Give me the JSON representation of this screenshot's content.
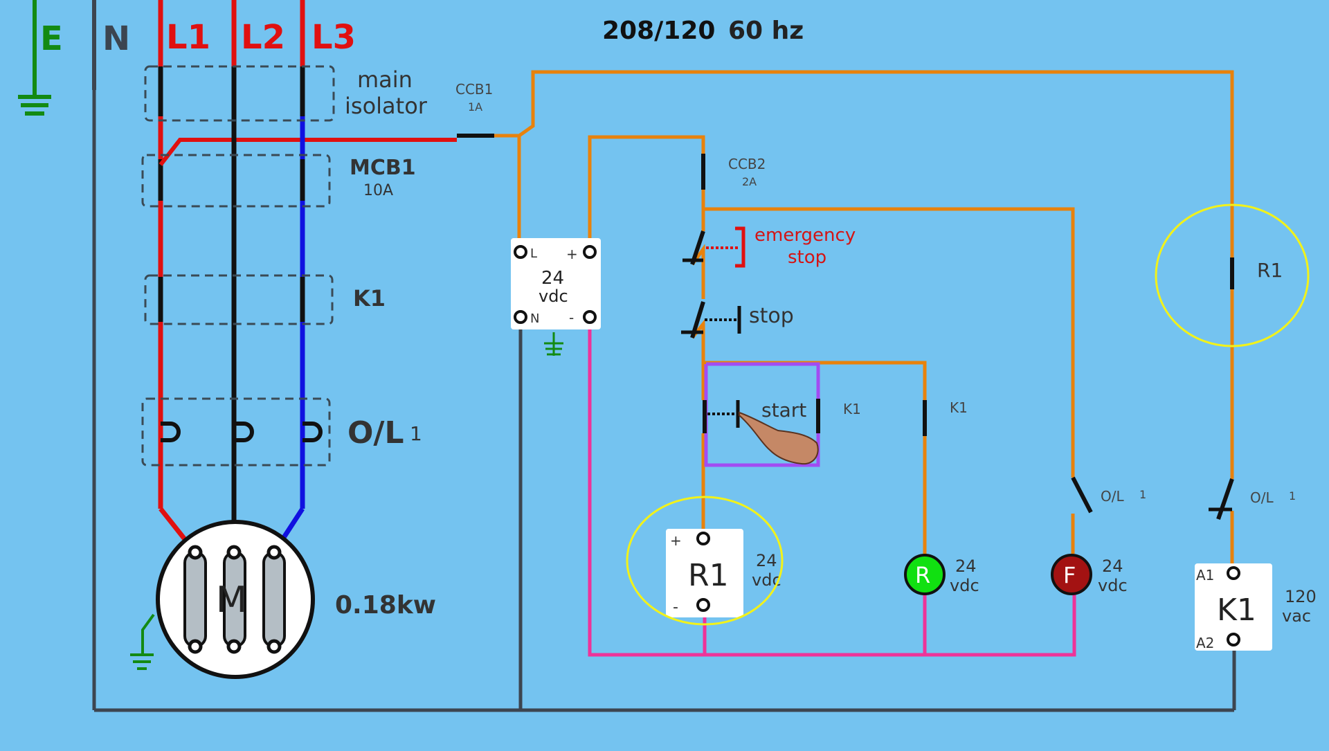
{
  "header": {
    "voltage": "208/120",
    "frequency": "60 hz"
  },
  "lines": {
    "earth": "E",
    "neutral": "N",
    "l1": "L1",
    "l2": "L2",
    "l3": "L3"
  },
  "power_circuit": {
    "main_isolator": [
      "main",
      "isolator"
    ],
    "mcb1": "MCB1",
    "mcb1_rating": "10A",
    "contactor": "K1",
    "overload": "O/L",
    "overload_sub": "1",
    "motor": "M",
    "motor_power": "0.18kw"
  },
  "control_circuit": {
    "ccb1": "CCB1",
    "ccb1_rating": "1A",
    "ccb2": "CCB2",
    "ccb2_rating": "2A",
    "psu": {
      "voltage": "24",
      "unit": "vdc",
      "term_l": "L",
      "term_n": "N",
      "term_plus": "+",
      "term_minus": "-"
    },
    "emergency_stop": [
      "emergency",
      "stop"
    ],
    "stop": "stop",
    "start": "start",
    "k1_contact_a": "K1",
    "k1_contact_b": "K1",
    "relay": {
      "name": "R1",
      "plus": "+",
      "minus": "-",
      "voltage": "24",
      "unit": "vdc"
    },
    "lamp_run": {
      "letter": "R",
      "voltage": "24",
      "unit": "vdc",
      "color": "#11e011"
    },
    "lamp_fault": {
      "letter": "F",
      "voltage": "24",
      "unit": "vdc",
      "color": "#a31212"
    },
    "overload_contact_1": "O/L",
    "overload_contact_2": "O/L",
    "overload_contact_sub": "1",
    "r1_contact": "R1",
    "coil": {
      "name": "K1",
      "a1": "A1",
      "a2": "A2",
      "voltage": "120",
      "unit": "vac"
    }
  },
  "colors": {
    "background": "#74c3f0",
    "l1": "#e01010",
    "l2": "#111111",
    "l3": "#1010e0",
    "earth": "#138a13",
    "neutral": "#3c4550",
    "control_live": "#e8820c",
    "control_dc_neg": "#ee3399",
    "start_box": "#a24cf2",
    "highlight": "#f2f21a"
  }
}
